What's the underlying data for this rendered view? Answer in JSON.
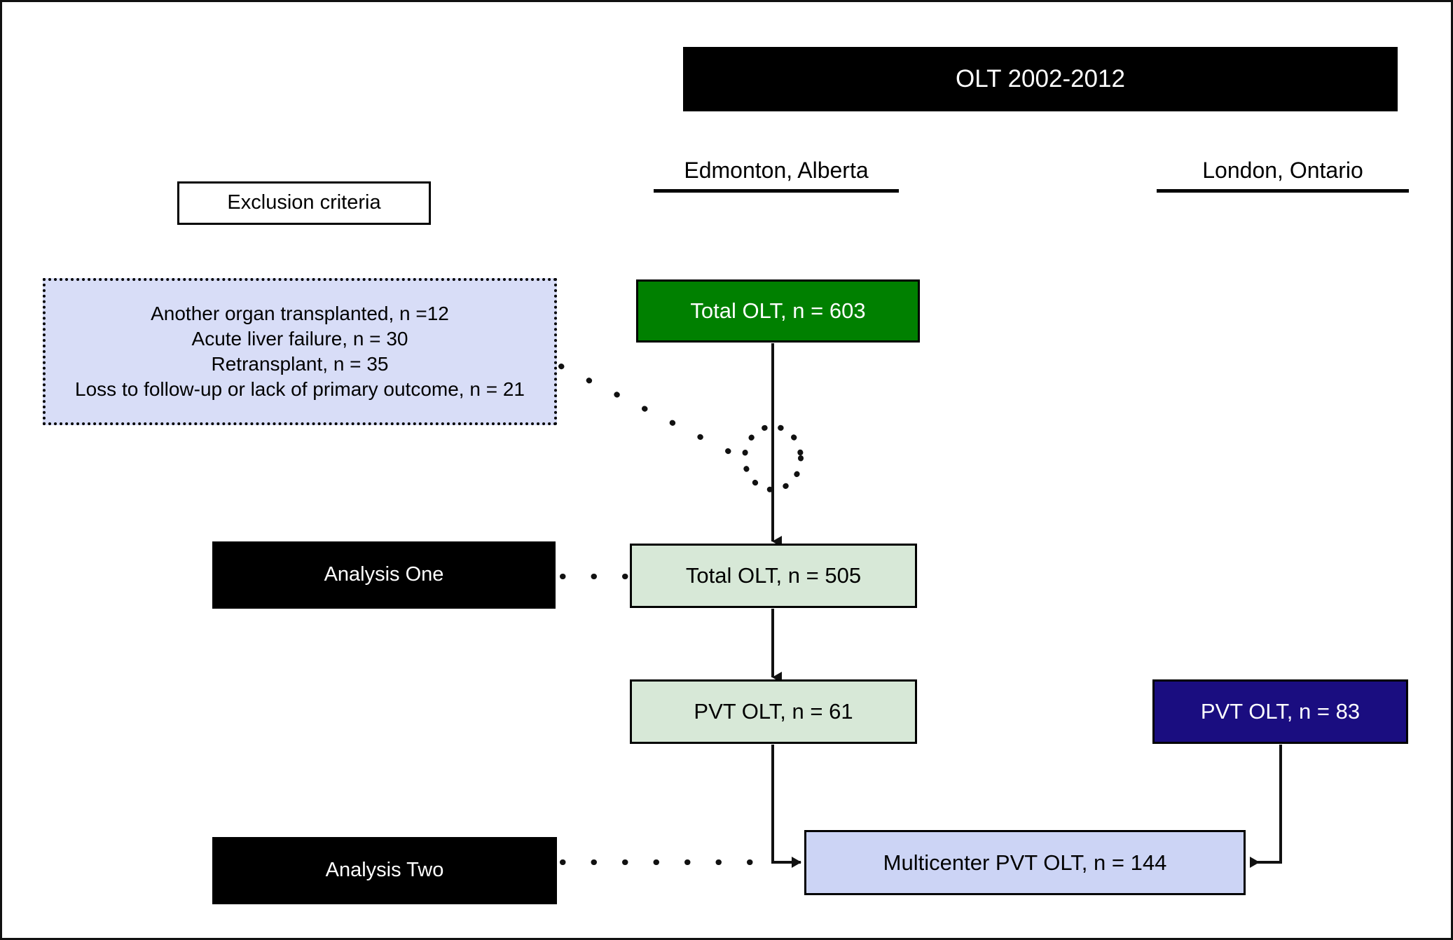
{
  "title_bar": {
    "label": "OLT 2002-2012"
  },
  "columns": [
    {
      "name": "edmonton",
      "label": "Edmonton, Alberta"
    },
    {
      "name": "london",
      "label": "London, Ontario"
    }
  ],
  "exclusion": {
    "caption": "Exclusion criteria",
    "items": [
      "Another organ transplanted, n =12",
      "Acute liver failure, n = 30",
      "Retransplant, n = 35",
      "Loss to follow-up or lack of primary outcome, n = 21"
    ]
  },
  "nodes": {
    "total_603": "Total OLT, n = 603",
    "total_505": "Total OLT, n = 505",
    "pvt_61": "PVT OLT, n = 61",
    "pvt_83": "PVT OLT, n = 83",
    "multicenter_144": "Multicenter PVT OLT, n = 144",
    "analysis_one": "Analysis One",
    "analysis_two": "Analysis Two"
  },
  "colors": {
    "title_bar_bg": "#000000",
    "title_bar_text": "#ffffff",
    "exclusion_bg": "#d8ddf7",
    "total_603_bg": "#008000",
    "total_603_text": "#ffffff",
    "green_light_bg": "#d7e8d7",
    "navy_bg": "#1a0d80",
    "navy_text": "#ffffff",
    "multicenter_bg": "#ccd4f5",
    "analysis_bg": "#000000",
    "analysis_text": "#ffffff",
    "line": "#000000",
    "page_bg": "#ffffff"
  },
  "chart_data": {
    "type": "diagram",
    "title": "OLT 2002-2012",
    "diagram_kind": "study-flow-chart",
    "centers": [
      "Edmonton, Alberta",
      "London, Ontario"
    ],
    "flow": [
      {
        "id": "total_603",
        "label": "Total OLT, n = 603",
        "value": 603,
        "center": "Edmonton, Alberta"
      },
      {
        "id": "total_505",
        "label": "Total OLT, n = 505",
        "value": 505,
        "center": "Edmonton, Alberta"
      },
      {
        "id": "pvt_61",
        "label": "PVT OLT, n = 61",
        "value": 61,
        "center": "Edmonton, Alberta"
      },
      {
        "id": "pvt_83",
        "label": "PVT OLT, n = 83",
        "value": 83,
        "center": "London, Ontario"
      },
      {
        "id": "multicenter_144",
        "label": "Multicenter PVT OLT, n = 144",
        "value": 144,
        "center": "Multicenter"
      }
    ],
    "exclusions": [
      {
        "reason": "Another organ transplanted",
        "n": 12
      },
      {
        "reason": "Acute liver failure",
        "n": 30
      },
      {
        "reason": "Retransplant",
        "n": 35
      },
      {
        "reason": "Loss to follow-up or lack of primary outcome",
        "n": 21
      }
    ],
    "analysis_groups": [
      {
        "label": "Analysis One",
        "applies_to": "total_505"
      },
      {
        "label": "Analysis Two",
        "applies_to": "multicenter_144"
      }
    ],
    "edges": [
      {
        "from": "total_603",
        "to": "total_505",
        "style": "solid-arrow"
      },
      {
        "from": "exclusion_list",
        "to": "total_603_to_505",
        "style": "dotted"
      },
      {
        "from": "total_505",
        "to": "pvt_61",
        "style": "solid-arrow"
      },
      {
        "from": "pvt_61",
        "to": "multicenter_144",
        "style": "solid-arrow"
      },
      {
        "from": "pvt_83",
        "to": "multicenter_144",
        "style": "solid-arrow"
      },
      {
        "from": "analysis_one",
        "to": "total_505",
        "style": "dotted"
      },
      {
        "from": "analysis_two",
        "to": "multicenter_144",
        "style": "dotted"
      }
    ]
  }
}
